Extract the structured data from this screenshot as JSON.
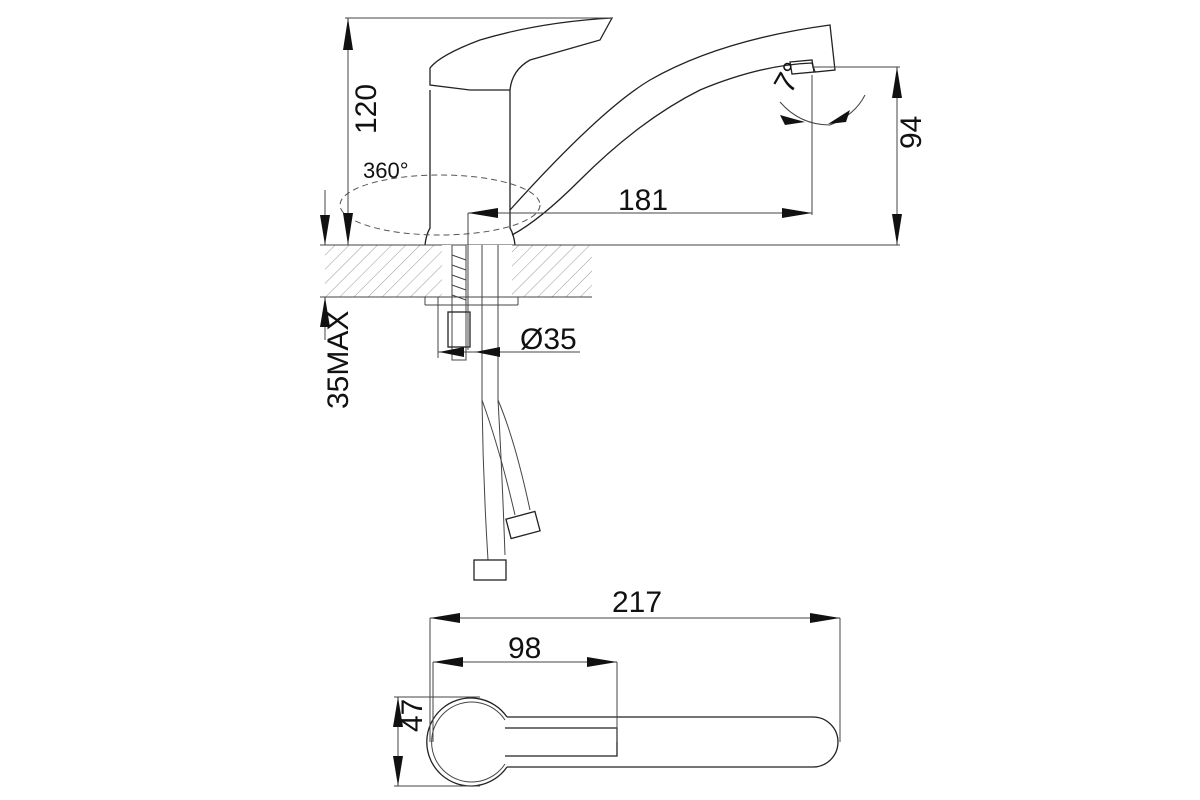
{
  "drawing": {
    "dimensions": {
      "height_total": "120",
      "spout_height": "94",
      "spout_reach": "181",
      "rotation": "360°",
      "spout_angle": "7°",
      "hole_diameter": "Ø35",
      "counter_thickness": "35MAX",
      "top_length": "217",
      "top_handle": "98",
      "top_width": "47"
    }
  }
}
